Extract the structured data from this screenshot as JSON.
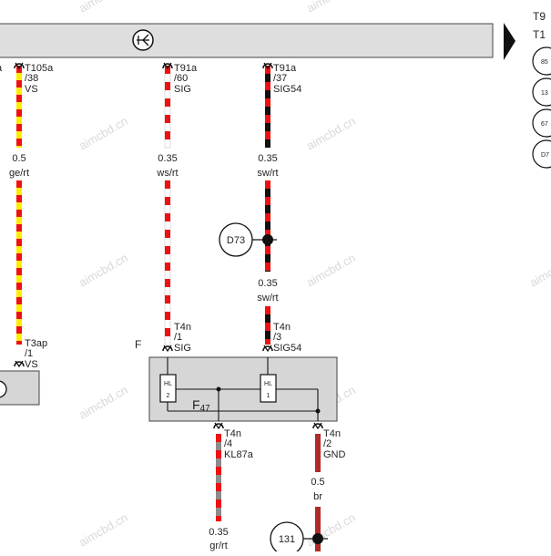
{
  "watermark": "aimcbd.cn",
  "top_right": {
    "line1": "T9",
    "line2": "T1",
    "circles": [
      "85",
      "13",
      "67",
      "D7"
    ]
  },
  "bus": {
    "icon": "relay-bus-icon"
  },
  "connectors": {
    "t105a": {
      "pin": "T105a",
      "num": "/38",
      "sig": "VS",
      "left_fragment": "a"
    },
    "t91a_60": {
      "pin": "T91a",
      "num": "/60",
      "sig": "SIG"
    },
    "t91a_37": {
      "pin": "T91a",
      "num": "/37",
      "sig": "SIG54"
    },
    "t3ap": {
      "pin": "T3ap",
      "num": "/1",
      "sig": "VS"
    },
    "t4n_1": {
      "pin": "T4n",
      "num": "/1",
      "sig": "SIG"
    },
    "t4n_3": {
      "pin": "T4n",
      "num": "/3",
      "sig": "SIG54"
    },
    "t4n_4": {
      "pin": "T4n",
      "num": "/4",
      "sig": "KL87a"
    },
    "t4n_2": {
      "pin": "T4n",
      "num": "/2",
      "sig": "GND"
    }
  },
  "wires": {
    "w1": {
      "size": "0.5",
      "color": "ge/rt"
    },
    "w2": {
      "size": "0.35",
      "color": "ws/rt"
    },
    "w3": {
      "size": "0.35",
      "color": "sw/rt"
    },
    "w3b": {
      "size": "0.35",
      "color": "sw/rt"
    },
    "w4": {
      "size": "0.35",
      "color": "gr/rt"
    },
    "w5": {
      "size": "0.5",
      "color": "br"
    }
  },
  "nodes": {
    "d73": "D73",
    "n131": "131"
  },
  "component": {
    "letter": "F",
    "name": "F",
    "sub": "47",
    "hl2_a": "HL",
    "hl2_b": "2",
    "hl1_a": "HL",
    "hl1_b": "1"
  },
  "colors": {
    "red": "#ee1111",
    "yellow": "#ffee00",
    "white": "#ffffff",
    "black": "#111111",
    "grey": "#8c8c8c",
    "brown": "#b02a2a",
    "box_fill": "#d6d6d6"
  }
}
